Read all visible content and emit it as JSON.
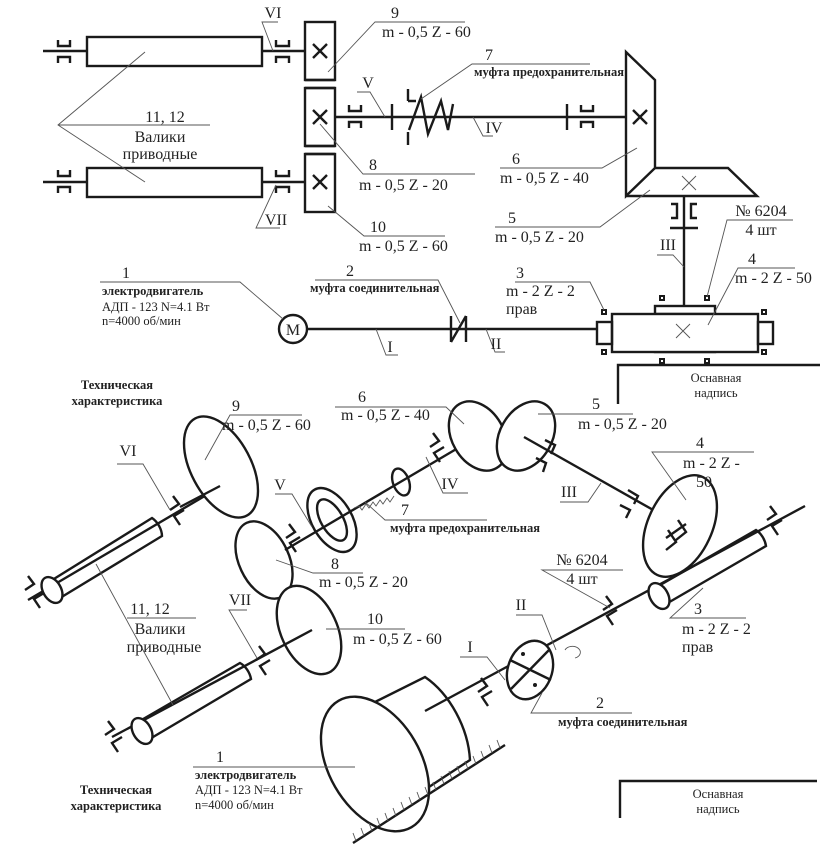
{
  "diagram": {
    "title": "Кинематическая схема привода",
    "plan_view": {
      "components": {
        "rollers": {
          "number": "11, 12",
          "name_line1": "Валики",
          "name_line2": "приводные"
        },
        "gear_9": {
          "number": "9",
          "spec": "m - 0,5   Z - 60"
        },
        "gear_8": {
          "number": "8",
          "spec": "m - 0,5   Z - 20"
        },
        "gear_10": {
          "number": "10",
          "spec": "m - 0,5   Z - 60"
        },
        "clutch_7": {
          "number": "7",
          "name": "муфта предохранительная"
        },
        "gear_6": {
          "number": "6",
          "spec": "m - 0,5   Z - 40"
        },
        "gear_5": {
          "number": "5",
          "spec": "m - 0,5   Z - 20"
        },
        "bearing": {
          "number": "№ 6204",
          "qty": "4 шт"
        },
        "worm_wheel_4": {
          "number": "4",
          "spec": "m - 2   Z - 50"
        },
        "worm_3": {
          "number": "3",
          "spec": "m - 2   Z - 2",
          "hand": "прав"
        },
        "clutch_2": {
          "number": "2",
          "name": "муфта соединительная"
        },
        "motor_1": {
          "number": "1",
          "name": "электродвигатель",
          "model": "АДП - 123 N=4.1 Вт",
          "speed": "n=4000 об/мин",
          "symbol": "M"
        }
      },
      "shafts": {
        "I": "I",
        "II": "II",
        "III": "III",
        "IV": "IV",
        "V": "V",
        "VI": "VI",
        "VII": "VII"
      }
    },
    "iso_view": {
      "components": {
        "gear_9": {
          "number": "9",
          "spec": "m - 0,5   Z - 60"
        },
        "gear_6": {
          "number": "6",
          "spec": "m - 0,5   Z - 40"
        },
        "gear_5": {
          "number": "5",
          "spec": "m - 0,5   Z - 20"
        },
        "worm_wheel_4": {
          "number": "4",
          "spec_line1": "m - 2   Z -",
          "spec_line2": "50"
        },
        "clutch_7": {
          "number": "7",
          "name": "муфта предохранительная"
        },
        "gear_8": {
          "number": "8",
          "spec": "m - 0,5   Z - 20"
        },
        "bearing": {
          "number": "№ 6204",
          "qty": "4 шт"
        },
        "rollers": {
          "number": "11, 12",
          "name_line1": "Валики",
          "name_line2": "приводные"
        },
        "gear_10": {
          "number": "10",
          "spec": "m - 0,5   Z - 60"
        },
        "worm_3": {
          "number": "3",
          "spec": "m - 2   Z - 2",
          "hand": "прав"
        },
        "clutch_2": {
          "number": "2",
          "name": "муфта соединительная"
        },
        "motor_1": {
          "number": "1",
          "name": "электродвигатель",
          "model": "АДП - 123 N=4.1 Вт",
          "speed": "n=4000 об/мин"
        }
      },
      "shafts": {
        "I": "I",
        "II": "II",
        "III": "III",
        "IV": "IV",
        "V": "V",
        "VI": "VI",
        "VII": "VII"
      }
    },
    "tech_spec_label_line1": "Техническая",
    "tech_spec_label_line2": "характеристика",
    "title_block_line1": "Оснавная",
    "title_block_line2": "надпись"
  }
}
